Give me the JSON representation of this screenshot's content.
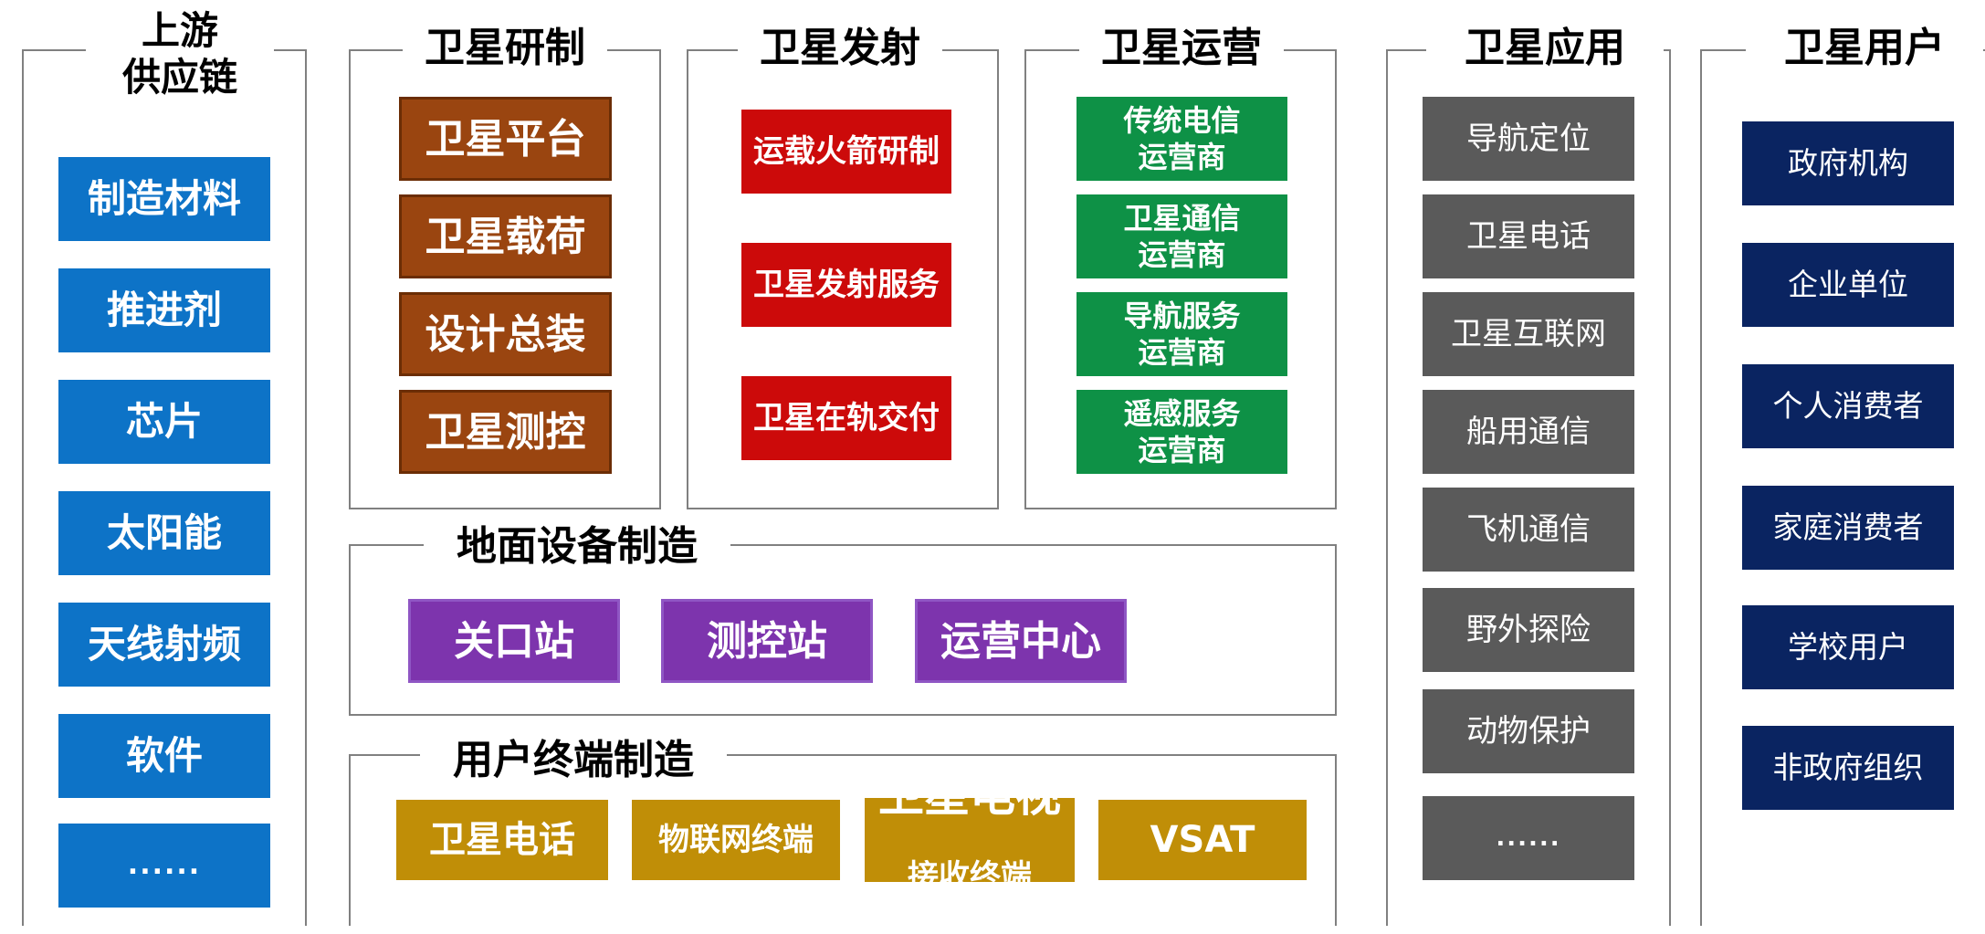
{
  "colors": {
    "blue": "#0d73c7",
    "brown": "#9a4510",
    "red": "#cc0a0a",
    "green": "#0e9146",
    "gray": "#5a5a5a",
    "navy": "#0a2461",
    "purple": "#7d34ad",
    "gold": "#c08e07",
    "frame": "#808080"
  },
  "upstream": {
    "title": "上游\n供应链",
    "items": [
      "制造材料",
      "推进剂",
      "芯片",
      "太阳能",
      "天线射频",
      "软件",
      "......"
    ]
  },
  "manufacturing": {
    "title": "卫星研制",
    "items": [
      "卫星平台",
      "卫星载荷",
      "设计总装",
      "卫星测控"
    ]
  },
  "launch": {
    "title": "卫星发射",
    "items": [
      "运载火箭研制",
      "卫星发射服务",
      "卫星在轨交付"
    ]
  },
  "operation": {
    "title": "卫星运营",
    "items": [
      "传统电信\n运营商",
      "卫星通信\n运营商",
      "导航服务\n运营商",
      "遥感服务\n运营商"
    ]
  },
  "ground": {
    "title": "地面设备制造",
    "items": [
      "关口站",
      "测控站",
      "运营中心"
    ]
  },
  "terminal": {
    "title": "用户终端制造",
    "items": [
      "卫星电话",
      "物联网终端",
      "卫星电视",
      "接收终端",
      "VSAT"
    ]
  },
  "application": {
    "title": "卫星应用",
    "items": [
      "导航定位",
      "卫星电话",
      "卫星互联网",
      "船用通信",
      "飞机通信",
      "野外探险",
      "动物保护",
      "......"
    ]
  },
  "users": {
    "title": "卫星用户",
    "items": [
      "政府机构",
      "企业单位",
      "个人消费者",
      "家庭消费者",
      "学校用户",
      "非政府组织"
    ]
  }
}
